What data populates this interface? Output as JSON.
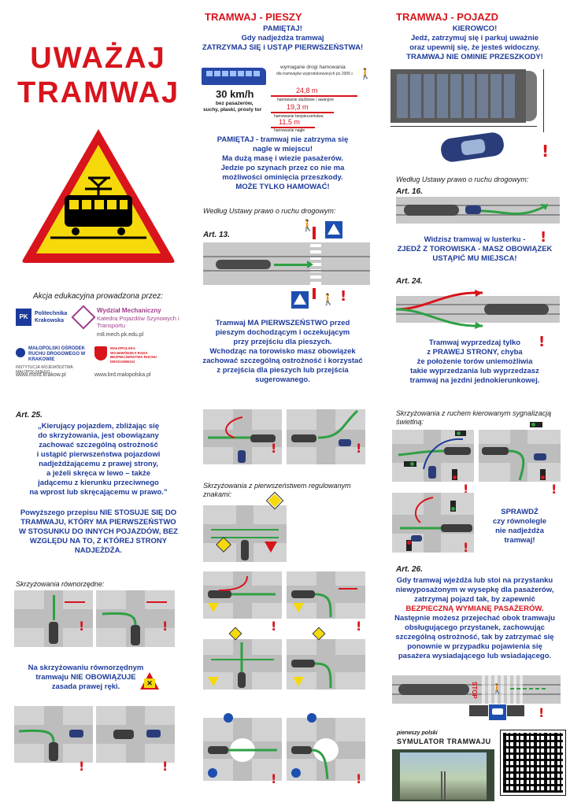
{
  "title_line1": "UWAŻAJ",
  "title_line2": "TRAMWAJ",
  "edu_label": "Akcja edukacyjna prowadzona przez:",
  "logos": {
    "pk": "Politechnika Krakowska",
    "wm_1": "Wydział Mechaniczny",
    "wm_2": "Katedra Pojazdów Szynowych i Transportu",
    "wm_url": "m8.mech.pk.edu.pl",
    "mord": "MAŁOPOLSKI OŚRODEK RUCHU DROGOWEGO W KRAKOWIE",
    "mord_sub": "INSTYTUCJA WOJEWÓDZTWA MAŁOPOLSKIEGO",
    "mord_url": "www.mord.krakow.pl",
    "wrd": "MAŁOPOLSKA WOJEWÓDZKA RADA BEZPIECZEŃSTWA RUCHU DROGOWEGO",
    "wrd_url": "www.brd.malopolska.pl"
  },
  "col2": {
    "header": "TRAMWAJ - PIESZY",
    "intro_1": "PAMIĘTAJ!",
    "intro_2": "Gdy nadjeżdża tramwaj",
    "intro_3": "ZATRZYMAJ SIĘ i USTĄP PIERWSZEŃSTWA!",
    "brake_note": "wymagane drogi hamowania",
    "brake_note2": "dla tramwajów wyprodukowanych po 2005 r.",
    "speed": "30 km/h",
    "speed_sub1": "bez pasażerów,",
    "speed_sub2": "suchy, płaski, prosty tor",
    "d1": "24,8 m",
    "d1_l": "hamowanie służbowe / awaryjne",
    "d2": "19,3 m",
    "d2_l": "hamowanie bezpieczeństwa",
    "d3": "11,5 m",
    "d3_l": "hamowanie nagłe",
    "remember": [
      "PAMIĘTAJ - tramwaj nie zatrzyma się",
      "nagle w miejscu!",
      "Ma dużą masę i wiezie pasażerów.",
      "Jedzie po szynach przez co nie ma",
      "możliwości ominięcia przeszkody.",
      "MOŻE TYLKO HAMOWAĆ!"
    ],
    "law": "Według Ustawy prawo o ruchu drogowym:",
    "art13": "Art. 13.",
    "art13_text": [
      "Tramwaj MA PIERWSZEŃSTWO przed",
      "pieszym dochodzącym i oczekującym",
      "przy przejściu dla pieszych.",
      "Wchodząc na torowisko masz obowiązek",
      "zachować szczególną ostrożność i korzystać",
      "z przejścia dla pieszych lub przejścia",
      "sugerowanego."
    ]
  },
  "col3": {
    "header": "TRAMWAJ - POJAZD",
    "intro": [
      "KIEROWCO!",
      "Jedź, zatrzymuj się i parkuj uważnie",
      "oraz upewnij się, że jesteś widoczny.",
      "TRAMWAJ NIE OMINIE PRZESZKODY!"
    ],
    "law": "Według Ustawy prawo o ruchu drogowym:",
    "art16": "Art. 16.",
    "art16_text": [
      "Widzisz tramwaj w lusterku -",
      "ZJEDŹ Z TOROWISKA - MASZ OBOWIĄZEK",
      "USTĄPIĆ MU MIEJSCA!"
    ],
    "art24": "Art. 24.",
    "art24_text": [
      "Tramwaj wyprzedzaj tylko",
      "z PRAWEJ STRONY, chyba",
      "że położenie torów uniemożliwia",
      "takie wyprzedzania lub wyprzedzasz",
      "tramwaj na jezdni jednokierunkowej."
    ]
  },
  "art25": {
    "label": "Art. 25.",
    "quote": [
      "„Kierujący pojazdem, zbliżając się",
      "do skrzyżowania, jest obowiązany",
      "zachować szczególną ostrożność",
      "i ustąpić pierwszeństwa pojazdowi",
      "nadjeżdżającemu z prawej strony,",
      "a jeżeli skręca w lewo – także",
      "jadącemu z kierunku przeciwnego",
      "na wprost lub skręcającemu w prawo.”"
    ],
    "rule": [
      "Powyższego przepisu NIE STOSUJE SIĘ DO",
      "TRAMWAJU, KTÓRY MA PIERWSZEŃSTWO",
      "W STOSUNKU DO INNYCH POJAZDÓW, BEZ",
      "WZGLĘDU NA TO, Z KTÓREJ STRONY",
      "NADJEŻDŻA."
    ]
  },
  "equal_label": "Skrzyżowania równorzędne:",
  "equal_note": [
    "Na skrzyżowaniu równorzędnym",
    "tramwaju NIE OBOWIĄZUJE",
    "zasada prawej ręki."
  ],
  "signs_label": [
    "Skrzyżowania z pierwszeństwem regulowanym",
    "znakami:"
  ],
  "lights_label": [
    "Skrzyżowania z ruchem kierowanym sygnalizacją",
    "świetlną:"
  ],
  "check_note": [
    "SPRAWDŹ",
    "czy równolegle",
    "nie nadjeżdża",
    "tramwaj!"
  ],
  "art26": {
    "label": "Art. 26.",
    "text": [
      "Gdy tramwaj wjeżdża lub stoi na przystanku",
      "niewyposażonym w wysepkę dla pasażerów,",
      "zatrzymaj pojazd tak, by zapewnić"
    ],
    "emph": "BEZPIECZNĄ WYMIANĘ PASAŻERÓW.",
    "text2": [
      "Następnie możesz przejechać obok tramwaju",
      "obsługującego przystanek, zachowując",
      "szczególną ostrożność, tak by zatrzymać się",
      "ponownie w przypadku pojawienia się",
      "pasażera wysiadającego lub wsiadającego."
    ],
    "stop": "STOP"
  },
  "simulator": {
    "line1": "pierwszy polski",
    "line2": "SYMULATOR TRAMWAJU"
  },
  "colors": {
    "red": "#d8141c",
    "blue": "#1d3a9a",
    "yellow": "#f5d90a",
    "green": "#2ea043"
  }
}
